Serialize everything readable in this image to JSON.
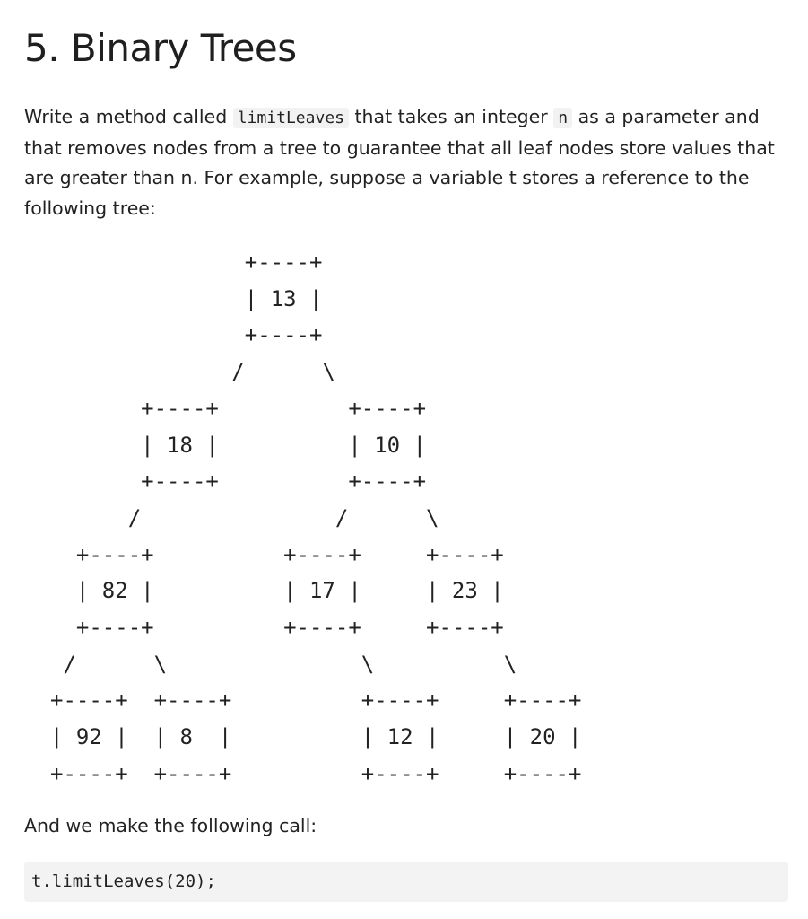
{
  "heading": "5. Binary Trees",
  "intro": {
    "part1": "Write a method called ",
    "method_name": "limitLeaves",
    "part2": " that takes an integer ",
    "param_name": "n",
    "part3": " as a parameter and that removes nodes from a tree to guarantee that all leaf nodes store values that are greater than n. For example, suppose a variable t stores a reference to the following tree:"
  },
  "tree_diagram": "               +----+\n               | 13 |\n               +----+\n              /      \\\n       +----+          +----+\n       | 18 |          | 10 |\n       +----+          +----+\n      /               /      \\\n  +----+          +----+     +----+\n  | 82 |          | 17 |     | 23 |\n  +----+          +----+     +----+\n /      \\               \\          \\\n+----+  +----+          +----+     +----+\n| 92 |  | 8  |          | 12 |     | 20 |\n+----+  +----+          +----+     +----+",
  "call_intro": "And we make the following call:",
  "code_call": "t.limitLeaves(20);"
}
